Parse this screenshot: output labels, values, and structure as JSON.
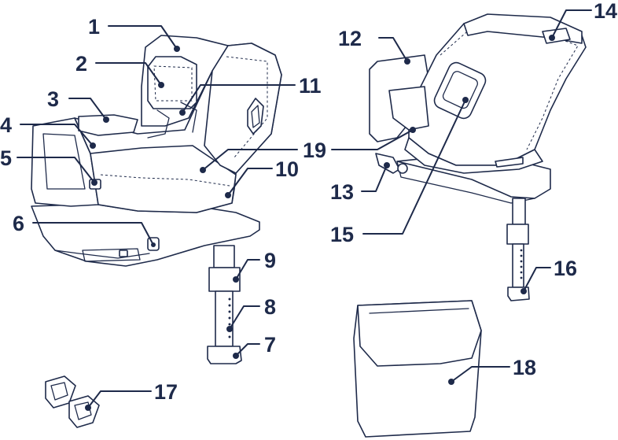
{
  "colors": {
    "ink": "#1e2a4a",
    "background": "#ffffff"
  },
  "callouts": {
    "c1": "1",
    "c2": "2",
    "c3": "3",
    "c4": "4",
    "c5": "5",
    "c6": "6",
    "c7": "7",
    "c8": "8",
    "c9": "9",
    "c10": "10",
    "c11": "11",
    "c12": "12",
    "c13": "13",
    "c14": "14",
    "c15": "15",
    "c16": "16",
    "c17": "17",
    "c18": "18",
    "c19": "19"
  }
}
